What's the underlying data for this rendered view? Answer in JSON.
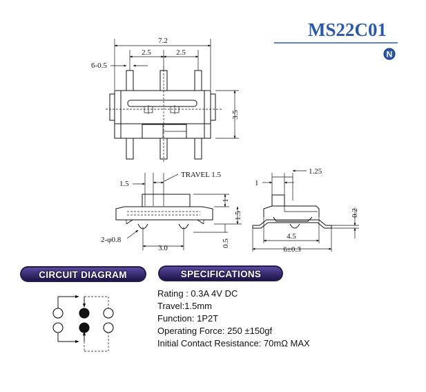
{
  "header": {
    "model": "MS22C01",
    "badge": "N",
    "accent_color": "#2b5aa8"
  },
  "top_view": {
    "overall_width": "7.2",
    "pitch_left": "2.5",
    "pitch_right": "2.5",
    "pin_spec": "6-0.5",
    "height": "3.5"
  },
  "side_view": {
    "travel": "TRAVEL 1.5",
    "actuator_offset": "1.5",
    "actuator_height": "1",
    "body_height": "1.5",
    "peg_length": "0.5",
    "peg_spec": "2-φ0.8",
    "peg_spacing": "3.0"
  },
  "end_view": {
    "actuator_width": "1",
    "actuator_offset": "1.25",
    "tab_thickness": "0.2",
    "body_width": "4.5",
    "overall_width": "6±0.3"
  },
  "circuit": {
    "heading": "CIRCUIT DIAGRAM",
    "pill_color": "#3c2d74"
  },
  "specifications": {
    "heading": "SPECIFICATIONS",
    "lines": [
      "Rating : 0.3A 4V DC",
      "Travel:1.5mm",
      "Function: 1P2T",
      "Operating Force: 250 ±150gf",
      "Initial Contact Resistance: 70mΩ MAX"
    ]
  }
}
